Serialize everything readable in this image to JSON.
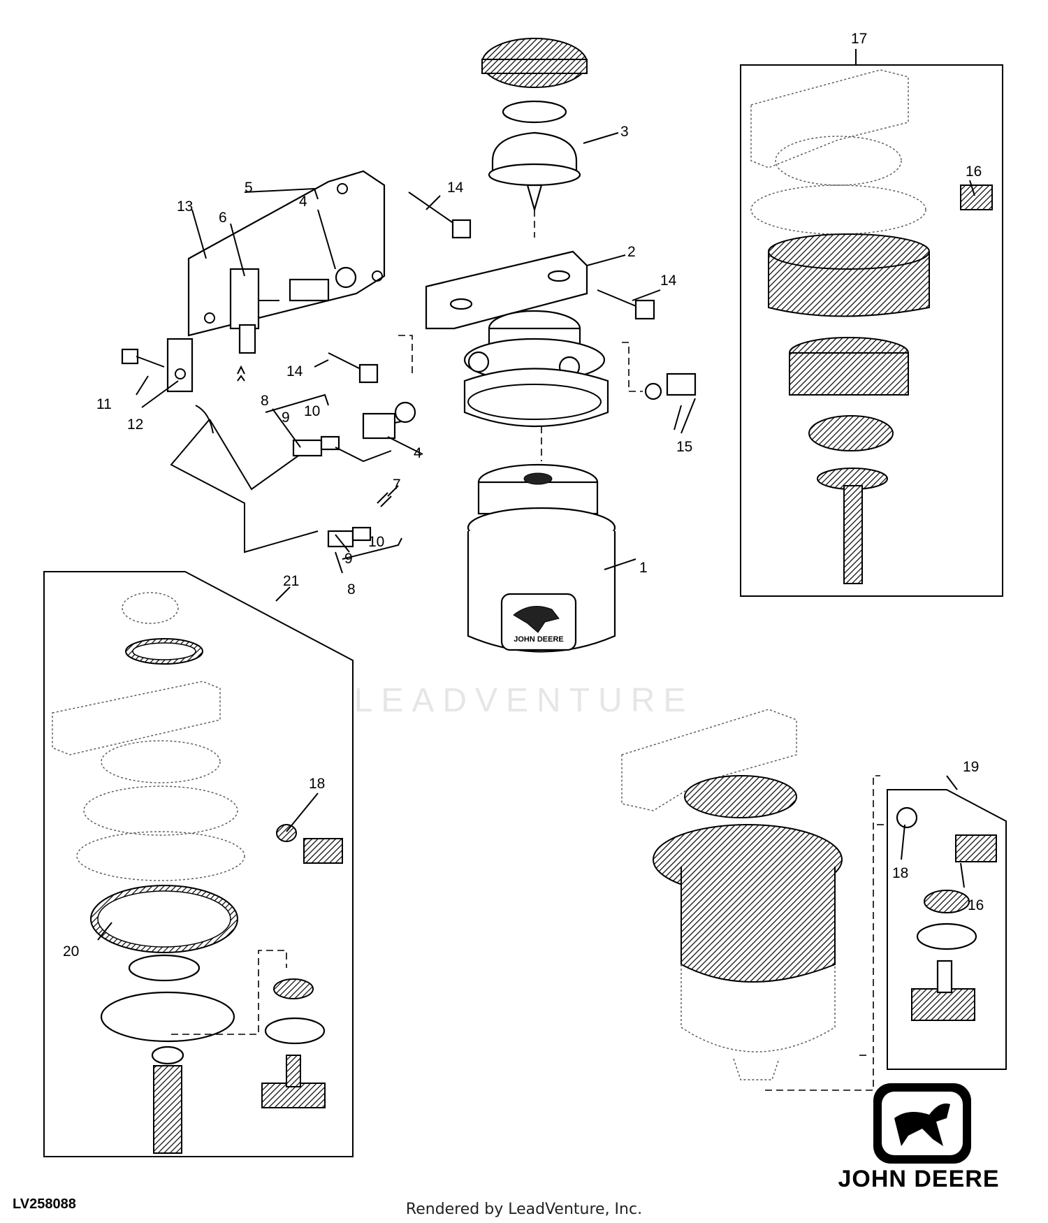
{
  "figure_id": "LV258088",
  "watermark": "LEADVENTURE",
  "footer": "Rendered by LeadVenture, Inc.",
  "brand": {
    "name": "JOHN DEERE",
    "filter_label": "JOHN DEERE",
    "logo_icon": "leaping-deer-logo"
  },
  "callouts": {
    "c1": "1",
    "c2": "2",
    "c3": "3",
    "c4a": "4",
    "c4b": "4",
    "c5": "5",
    "c6": "6",
    "c7": "7",
    "c8a": "8",
    "c8b": "8",
    "c9a": "9",
    "c9b": "9",
    "c10a": "10",
    "c10b": "10",
    "c11": "11",
    "c12": "12",
    "c13": "13",
    "c14a": "14",
    "c14b": "14",
    "c14c": "14",
    "c15": "15",
    "c16a": "16",
    "c16b": "16",
    "c17": "17",
    "c18a": "18",
    "c18b": "18",
    "c19": "19",
    "c20": "20",
    "c21": "21"
  }
}
